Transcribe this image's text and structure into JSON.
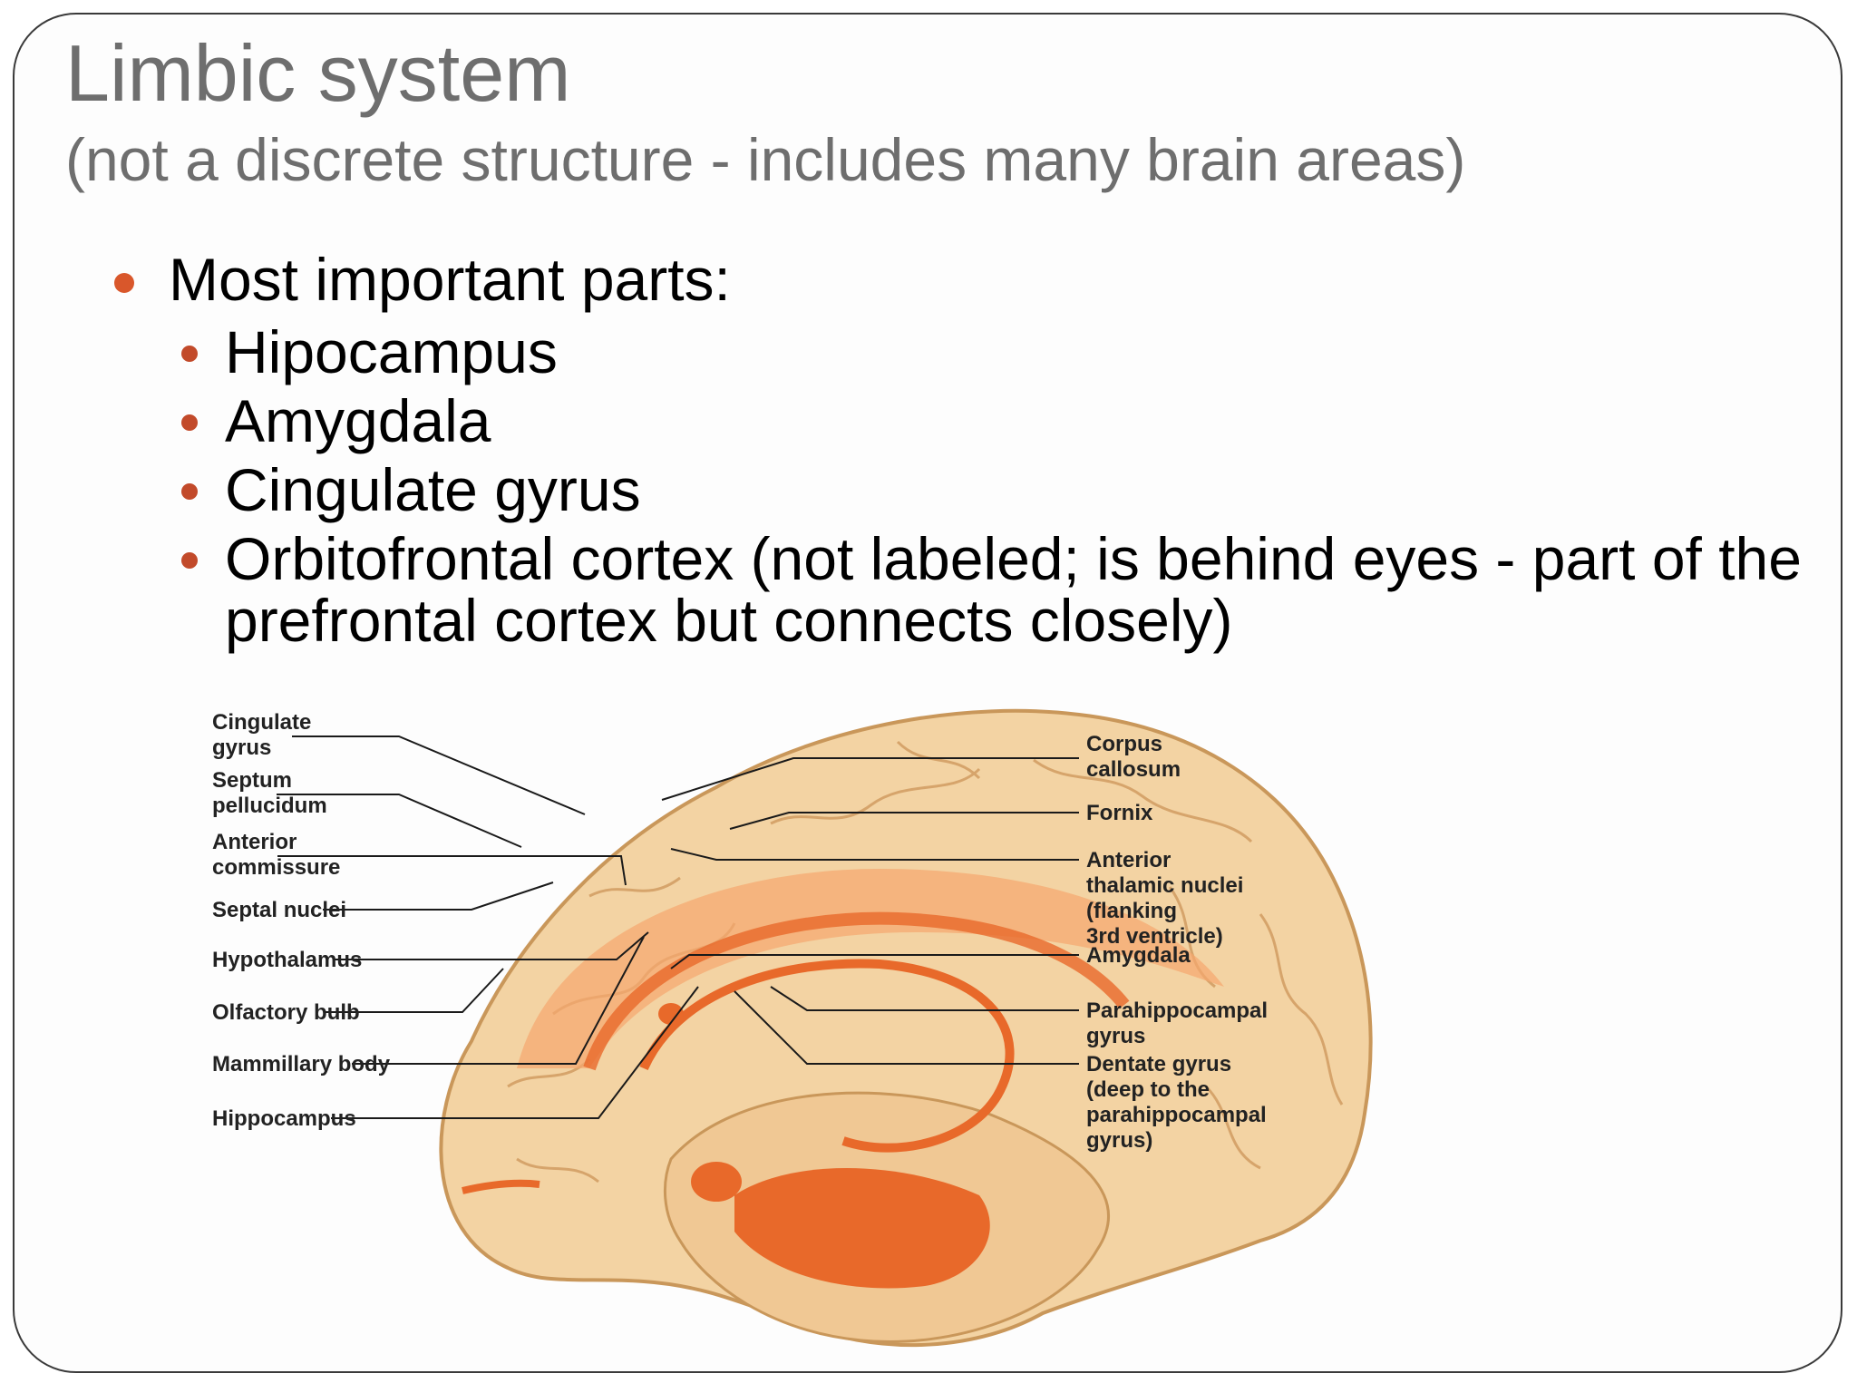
{
  "slide": {
    "title": "Limbic system",
    "subtitle": "(not a discrete structure - includes many brain areas)",
    "bullet_main": "Most important parts:",
    "sub_bullets": [
      "Hipocampus",
      "Amygdala",
      "Cingulate gyrus",
      "Orbitofrontal cortex (not labeled; is behind eyes - part of the prefrontal cortex but connects closely)"
    ]
  },
  "figure": {
    "left_labels": {
      "cingulate": [
        "Cingulate",
        "gyrus"
      ],
      "septum": [
        "Septum",
        "pellucidum"
      ],
      "anterior_commissure": [
        "Anterior",
        "commissure"
      ],
      "septal_nuclei": [
        "Septal nuclei"
      ],
      "hypothalamus": [
        "Hypothalamus"
      ],
      "olfactory_bulb": [
        "Olfactory bulb"
      ],
      "mammillary_body": [
        "Mammillary body"
      ],
      "hippocampus": [
        "Hippocampus"
      ]
    },
    "right_labels": {
      "corpus_callosum": [
        "Corpus",
        "callosum"
      ],
      "fornix": [
        "Fornix"
      ],
      "anterior_thalamic": [
        "Anterior",
        "thalamic nuclei",
        "(flanking",
        "3rd ventricle)"
      ],
      "amygdala": [
        "Amygdala"
      ],
      "parahippocampal": [
        "Parahippocampal",
        "gyrus"
      ],
      "dentate": [
        "Dentate gyrus",
        "(deep to the",
        "parahippocampal",
        "gyrus)"
      ]
    },
    "colors": {
      "brain": "#f3d3a3",
      "brain_outline": "#c9975a",
      "limbic": "#e8692a",
      "limbic_light": "#f5a66e"
    }
  }
}
